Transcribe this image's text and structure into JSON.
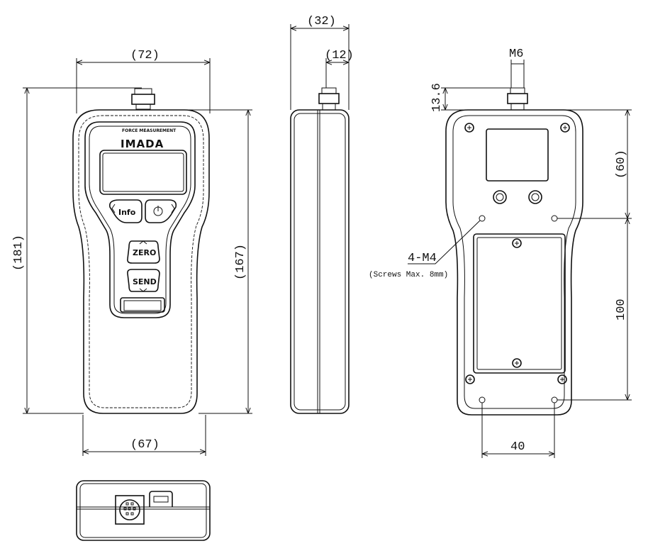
{
  "drawing": {
    "front_view": {
      "brand": "IMADA",
      "brand_subtitle": "FORCE MEASUREMENT",
      "buttons": [
        "Info",
        "ZERO",
        "SEND"
      ],
      "dim_width_top": "(72)",
      "dim_width_bottom": "(67)",
      "dim_height_total": "(181)",
      "dim_height_body": "(167)"
    },
    "side_view": {
      "dim_depth": "(32)",
      "dim_stem": "(12)"
    },
    "back_view": {
      "dim_thread": "M6",
      "dim_stem_height": "13.6",
      "dim_upper": "(60)",
      "dim_hole_pitch_v": "100",
      "dim_hole_pitch_h": "40",
      "hole_label": "4-M4",
      "hole_note": "(Screws Max. 8mm)"
    }
  }
}
